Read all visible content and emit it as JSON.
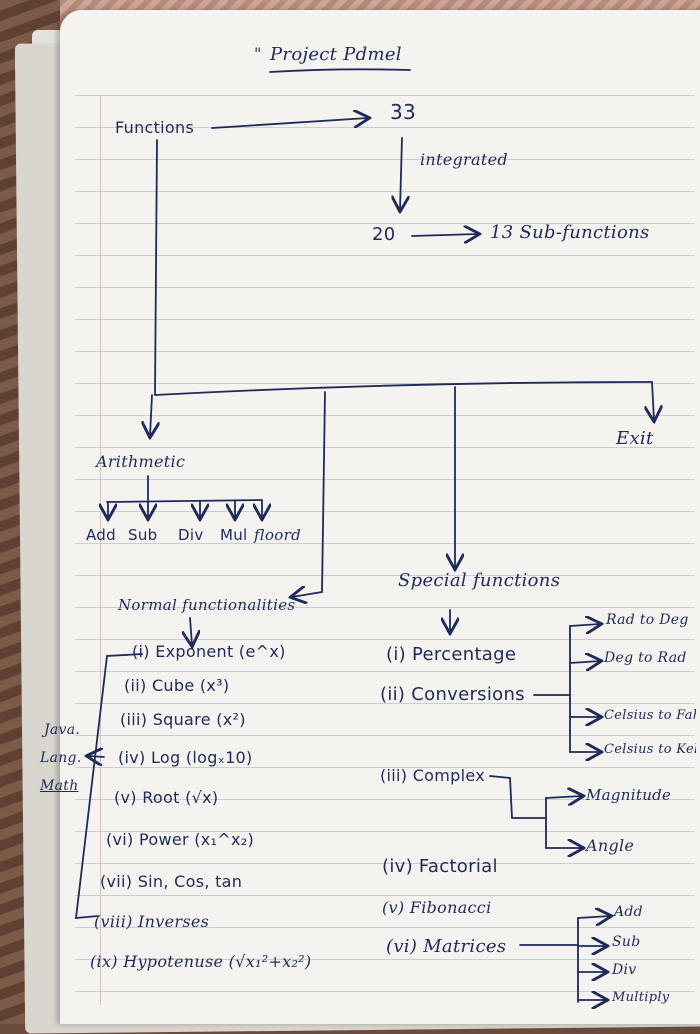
{
  "title": "Project Pdmel",
  "title_mark": "\"",
  "top": {
    "functions": "Functions",
    "total": "33",
    "integrated": "integrated",
    "after": "20",
    "sub": "13 Sub-functions"
  },
  "arithmetic": {
    "label": "Arithmetic",
    "ops": [
      "Add",
      "Sub",
      "Div",
      "Mul",
      "floord"
    ]
  },
  "exit": "Exit",
  "normal": {
    "label": "Normal functionalities",
    "items": [
      "(i) Exponent (e^x)",
      "(ii) Cube (x³)",
      "(iii) Square (x²)",
      "(iv) Log (logₓ10)",
      "(v) Root (√x)",
      "(vi) Power (x₁^x₂)",
      "(vii) Sin, Cos, tan",
      "(viii) Inverses",
      "(ix) Hypotenuse (√x₁²+x₂²)"
    ],
    "side_note": [
      "Java.",
      "Lang.",
      "Math"
    ]
  },
  "special": {
    "label": "Special functions",
    "items": [
      "(i) Percentage",
      "(ii) Conversions",
      "(iii) Complex",
      "(iv) Factorial",
      "(v) Fibonacci",
      "(vi) Matrices"
    ],
    "conversions": [
      "Rad to Deg",
      "Deg to Rad",
      "Celsius to Fahrenheit",
      "Celsius to Kelvin"
    ],
    "complex": [
      "Magnitude",
      "Angle"
    ],
    "matrices": [
      "Add",
      "Sub",
      "Div",
      "Multiply"
    ]
  },
  "colors": {
    "ink": "#1e2a5a",
    "paper": "#f4f3ef",
    "rule": "#c8cdd6"
  }
}
